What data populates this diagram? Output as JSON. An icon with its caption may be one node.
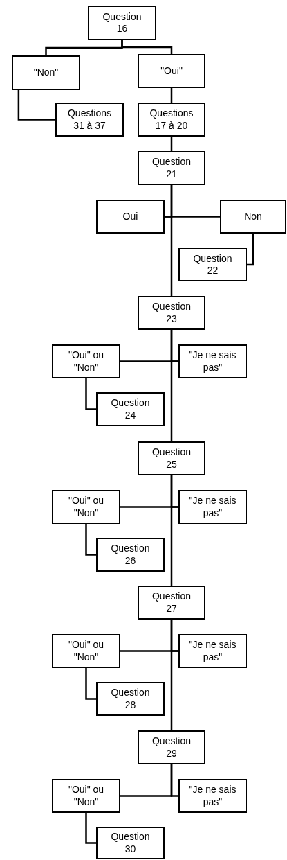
{
  "diagram": {
    "nodes": [
      {
        "text": [
          "Question 16"
        ]
      },
      {
        "text": [
          "\"Non\""
        ]
      },
      {
        "text": [
          "\"Oui\""
        ]
      },
      {
        "text": [
          "Questions 31 à 37"
        ]
      },
      {
        "text": [
          "Questions 17 à 20"
        ]
      },
      {
        "text": [
          "Question 21"
        ]
      },
      {
        "text": [
          "Oui"
        ]
      },
      {
        "text": [
          "Non"
        ]
      },
      {
        "text": [
          "Question 22"
        ]
      },
      {
        "text": [
          "Question 23"
        ]
      },
      {
        "text": [
          "\"Oui\" ou \"Non\""
        ]
      },
      {
        "text": [
          "\"Je ne sais pas\""
        ]
      },
      {
        "text": [
          "Question 24"
        ]
      },
      {
        "text": [
          "Question 25"
        ]
      },
      {
        "text": [
          "\"Oui\" ou \"Non\""
        ]
      },
      {
        "text": [
          "\"Je ne sais pas\""
        ]
      },
      {
        "text": [
          "Question 26"
        ]
      },
      {
        "text": [
          "Question 27"
        ]
      },
      {
        "text": [
          "\"Oui\" ou \"Non\""
        ]
      },
      {
        "text": [
          "\"Je ne sais pas\""
        ]
      },
      {
        "text": [
          "Question 28"
        ]
      },
      {
        "text": [
          "Question 29"
        ]
      },
      {
        "text": [
          "\"Oui\" ou \"Non\""
        ]
      },
      {
        "text": [
          "\"Je ne sais pas\""
        ]
      },
      {
        "text": [
          "Question 30"
        ]
      }
    ],
    "edges": [
      {
        "from": 0,
        "to": 1,
        "arrow": "none"
      },
      {
        "from": 0,
        "to": 2,
        "arrow": "none"
      },
      {
        "from": 1,
        "to": 3,
        "arrow": "none"
      },
      {
        "from": 2,
        "to": 4,
        "arrow": "none"
      },
      {
        "from": 4,
        "to": 5,
        "arrow": "none"
      },
      {
        "from": 5,
        "to": 6,
        "arrow": "none"
      },
      {
        "from": 5,
        "to": 7,
        "arrow": "none"
      },
      {
        "from": 7,
        "to": 8,
        "arrow": "none"
      },
      {
        "from": 6,
        "to": 9,
        "arrow": "none"
      },
      {
        "from": 9,
        "to": 10,
        "arrow": "none"
      },
      {
        "from": 9,
        "to": 11,
        "arrow": "none"
      },
      {
        "from": 10,
        "to": 12,
        "arrow": "none"
      },
      {
        "from": 11,
        "to": 13,
        "arrow": "none"
      },
      {
        "from": 13,
        "to": 14,
        "arrow": "none"
      },
      {
        "from": 13,
        "to": 15,
        "arrow": "none"
      },
      {
        "from": 14,
        "to": 16,
        "arrow": "none"
      },
      {
        "from": 15,
        "to": 17,
        "arrow": "none"
      },
      {
        "from": 17,
        "to": 18,
        "arrow": "none"
      },
      {
        "from": 17,
        "to": 19,
        "arrow": "none"
      },
      {
        "from": 18,
        "to": 20,
        "arrow": "none"
      },
      {
        "from": 19,
        "to": 21,
        "arrow": "none"
      },
      {
        "from": 21,
        "to": 22,
        "arrow": "none"
      },
      {
        "from": 21,
        "to": 23,
        "arrow": "none"
      },
      {
        "from": 22,
        "to": 24,
        "arrow": "none"
      }
    ]
  }
}
